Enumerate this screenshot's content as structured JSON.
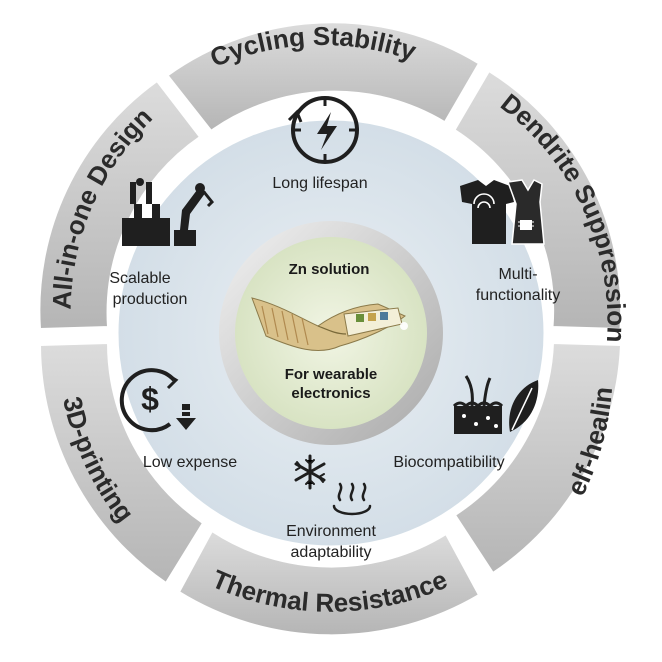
{
  "center": {
    "title": "Zn solution",
    "subtitle_line1": "For wearable",
    "subtitle_line2": "electronics"
  },
  "segments": [
    {
      "id": "cycling-stability",
      "label": "Cycling Stability"
    },
    {
      "id": "dendrite-suppression",
      "label": "Dendrite Suppression"
    },
    {
      "id": "self-healing",
      "label": "Self-healing"
    },
    {
      "id": "thermal-resistance",
      "label": "Thermal Resistance"
    },
    {
      "id": "3d-printing",
      "label": "3D-printing"
    },
    {
      "id": "all-in-one-design",
      "label": "All-in-one Design"
    }
  ],
  "features": {
    "long_lifespan": {
      "label": "Long lifespan",
      "icon": "clock-lightning-icon"
    },
    "multifunctionality": {
      "line1": "Multi-",
      "line2": "functionality",
      "icon": "smart-clothing-icon"
    },
    "biocompatibility": {
      "label": "Biocompatibility",
      "icon": "skin-leaf-icon"
    },
    "environment": {
      "line1": "Environment",
      "line2": "adaptability",
      "icon": "snowflake-heat-icon"
    },
    "low_expense": {
      "label": "Low expense",
      "icon": "dollar-down-icon"
    },
    "scalable": {
      "line1": "Scalable",
      "line2": "production",
      "icon": "robot-arm-factory-icon"
    }
  },
  "colors": {
    "ring": "#c9c9c9",
    "inner_fill": "#dfe8ef",
    "center_fill": "#e4eccf",
    "text": "#2b2b2b"
  }
}
